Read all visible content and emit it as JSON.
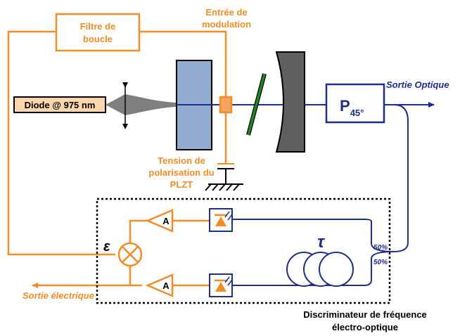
{
  "labels": {
    "loop_filter_line1": "Filtre de",
    "loop_filter_line2": "boucle",
    "modulation_line1": "Entrée de",
    "modulation_line2": "modulation",
    "diode": "Diode @ 975 nm",
    "optical_output": "Sortie Optique",
    "polarizer_main": "P",
    "polarizer_sub": "45°",
    "bias_line1": "Tension de",
    "bias_line2": "polarisation du",
    "bias_line3": "PLZT",
    "epsilon": "ε",
    "amp_top": "A",
    "amp_bottom": "A",
    "tau": "τ",
    "coupler_top": "50%",
    "coupler_bottom": "50%",
    "electrical_output": "Sortie électrique",
    "discriminator_line1": "Discriminateur de fréquence",
    "discriminator_line2": "électro-optique"
  },
  "colors": {
    "orange": "#f28c28",
    "navy": "#1f2d8a",
    "crystal": "#93add2",
    "mirror": "#5f5f5f",
    "diode_fill": "#fbd5ae",
    "etalon": "#1f8a1f",
    "beam": "#7f7f7f"
  }
}
